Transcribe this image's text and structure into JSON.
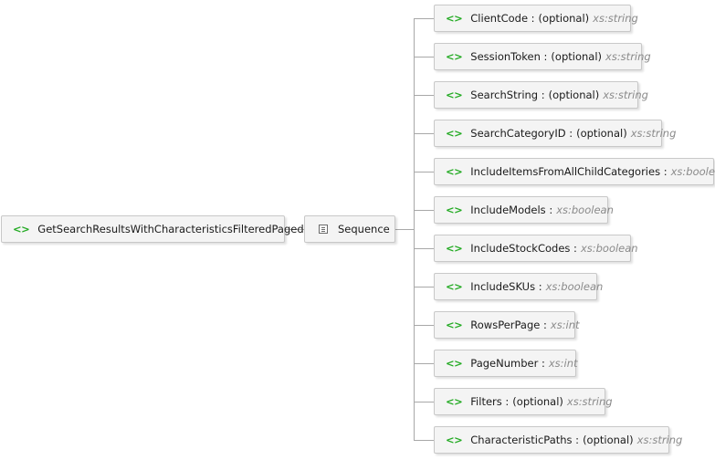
{
  "root": {
    "name": "GetSearchResultsWithCharacteristicsFilteredPaged"
  },
  "sequence": {
    "label": "Sequence"
  },
  "children": [
    {
      "name": "ClientCode",
      "optional": "(optional)",
      "type": "xs:string"
    },
    {
      "name": "SessionToken",
      "optional": "(optional)",
      "type": "xs:string"
    },
    {
      "name": "SearchString",
      "optional": "(optional)",
      "type": "xs:string"
    },
    {
      "name": "SearchCategoryID",
      "optional": "(optional)",
      "type": "xs:string"
    },
    {
      "name": "IncludeItemsFromAllChildCategories",
      "optional": "",
      "type": "xs:boolean"
    },
    {
      "name": "IncludeModels",
      "optional": "",
      "type": "xs:boolean"
    },
    {
      "name": "IncludeStockCodes",
      "optional": "",
      "type": "xs:boolean"
    },
    {
      "name": "IncludeSKUs",
      "optional": "",
      "type": "xs:boolean"
    },
    {
      "name": "RowsPerPage",
      "optional": "",
      "type": "xs:int"
    },
    {
      "name": "PageNumber",
      "optional": "",
      "type": "xs:int"
    },
    {
      "name": "Filters",
      "optional": "(optional)",
      "type": "xs:string"
    },
    {
      "name": "CharacteristicPaths",
      "optional": "(optional)",
      "type": "xs:string"
    }
  ],
  "icons": {
    "element": "element-icon",
    "sequence": "sequence-icon"
  },
  "colors": {
    "element_icon": "#22aa22",
    "type_text": "#8a8a8a",
    "node_bg": "#f4f4f4",
    "connector": "#a8a8a8"
  }
}
